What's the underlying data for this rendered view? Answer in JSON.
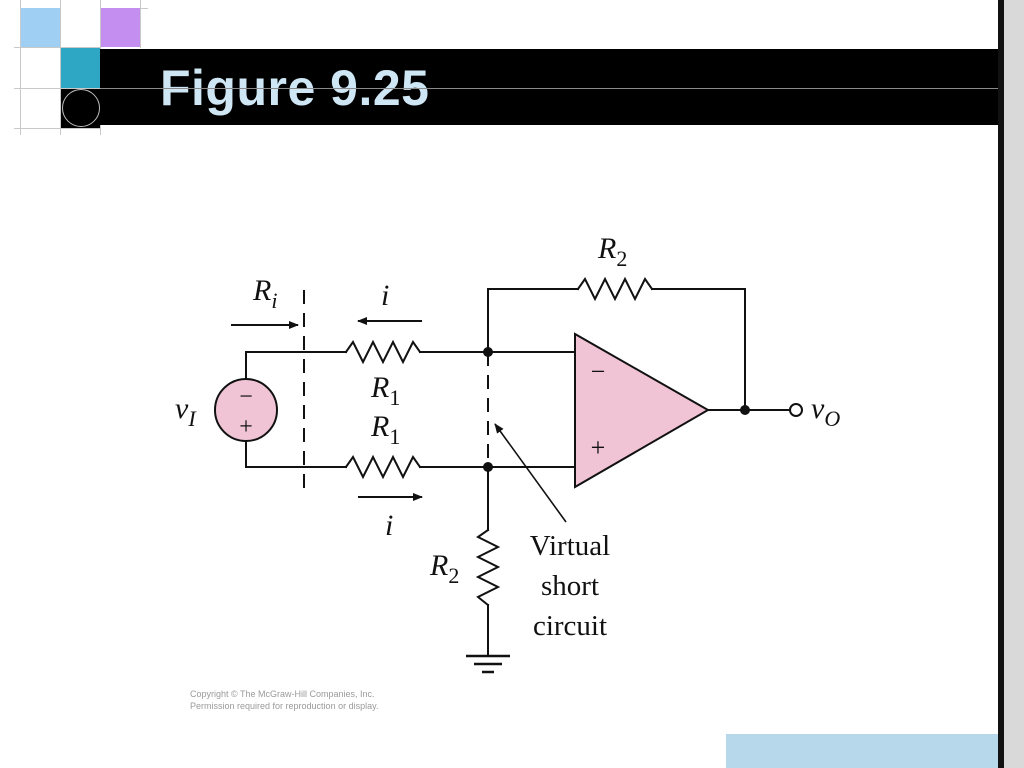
{
  "slide": {
    "title": "Figure 9.25",
    "copyright_line1": "Copyright © The McGraw-Hill Companies, Inc.",
    "copyright_line2": "Permission required for reproduction or display."
  },
  "colors": {
    "title_bar": "#000000",
    "title_text": "#cfe6f4",
    "component_fill": "#f0c4d4",
    "accent_blue": "#9fd0f4",
    "accent_teal": "#2ea7c4",
    "accent_purple": "#c48ef0",
    "corner_box": "#b7d7ea"
  },
  "circuit": {
    "label_R2_top": {
      "base": "R",
      "sub": "2"
    },
    "label_Ri": {
      "base": "R",
      "sub": "i"
    },
    "label_i_top": "i",
    "label_i_bottom": "i",
    "label_R1_top": {
      "base": "R",
      "sub": "1"
    },
    "label_R1_bottom": {
      "base": "R",
      "sub": "1"
    },
    "label_vI": {
      "base": "v",
      "sub": "I"
    },
    "label_vO": {
      "base": "v",
      "sub": "O"
    },
    "label_R2_bottom": {
      "base": "R",
      "sub": "2"
    },
    "source_minus": "−",
    "source_plus": "+",
    "opamp_minus": "−",
    "opamp_plus": "+",
    "virtual_line1": "Virtual",
    "virtual_line2": "short",
    "virtual_line3": "circuit"
  }
}
